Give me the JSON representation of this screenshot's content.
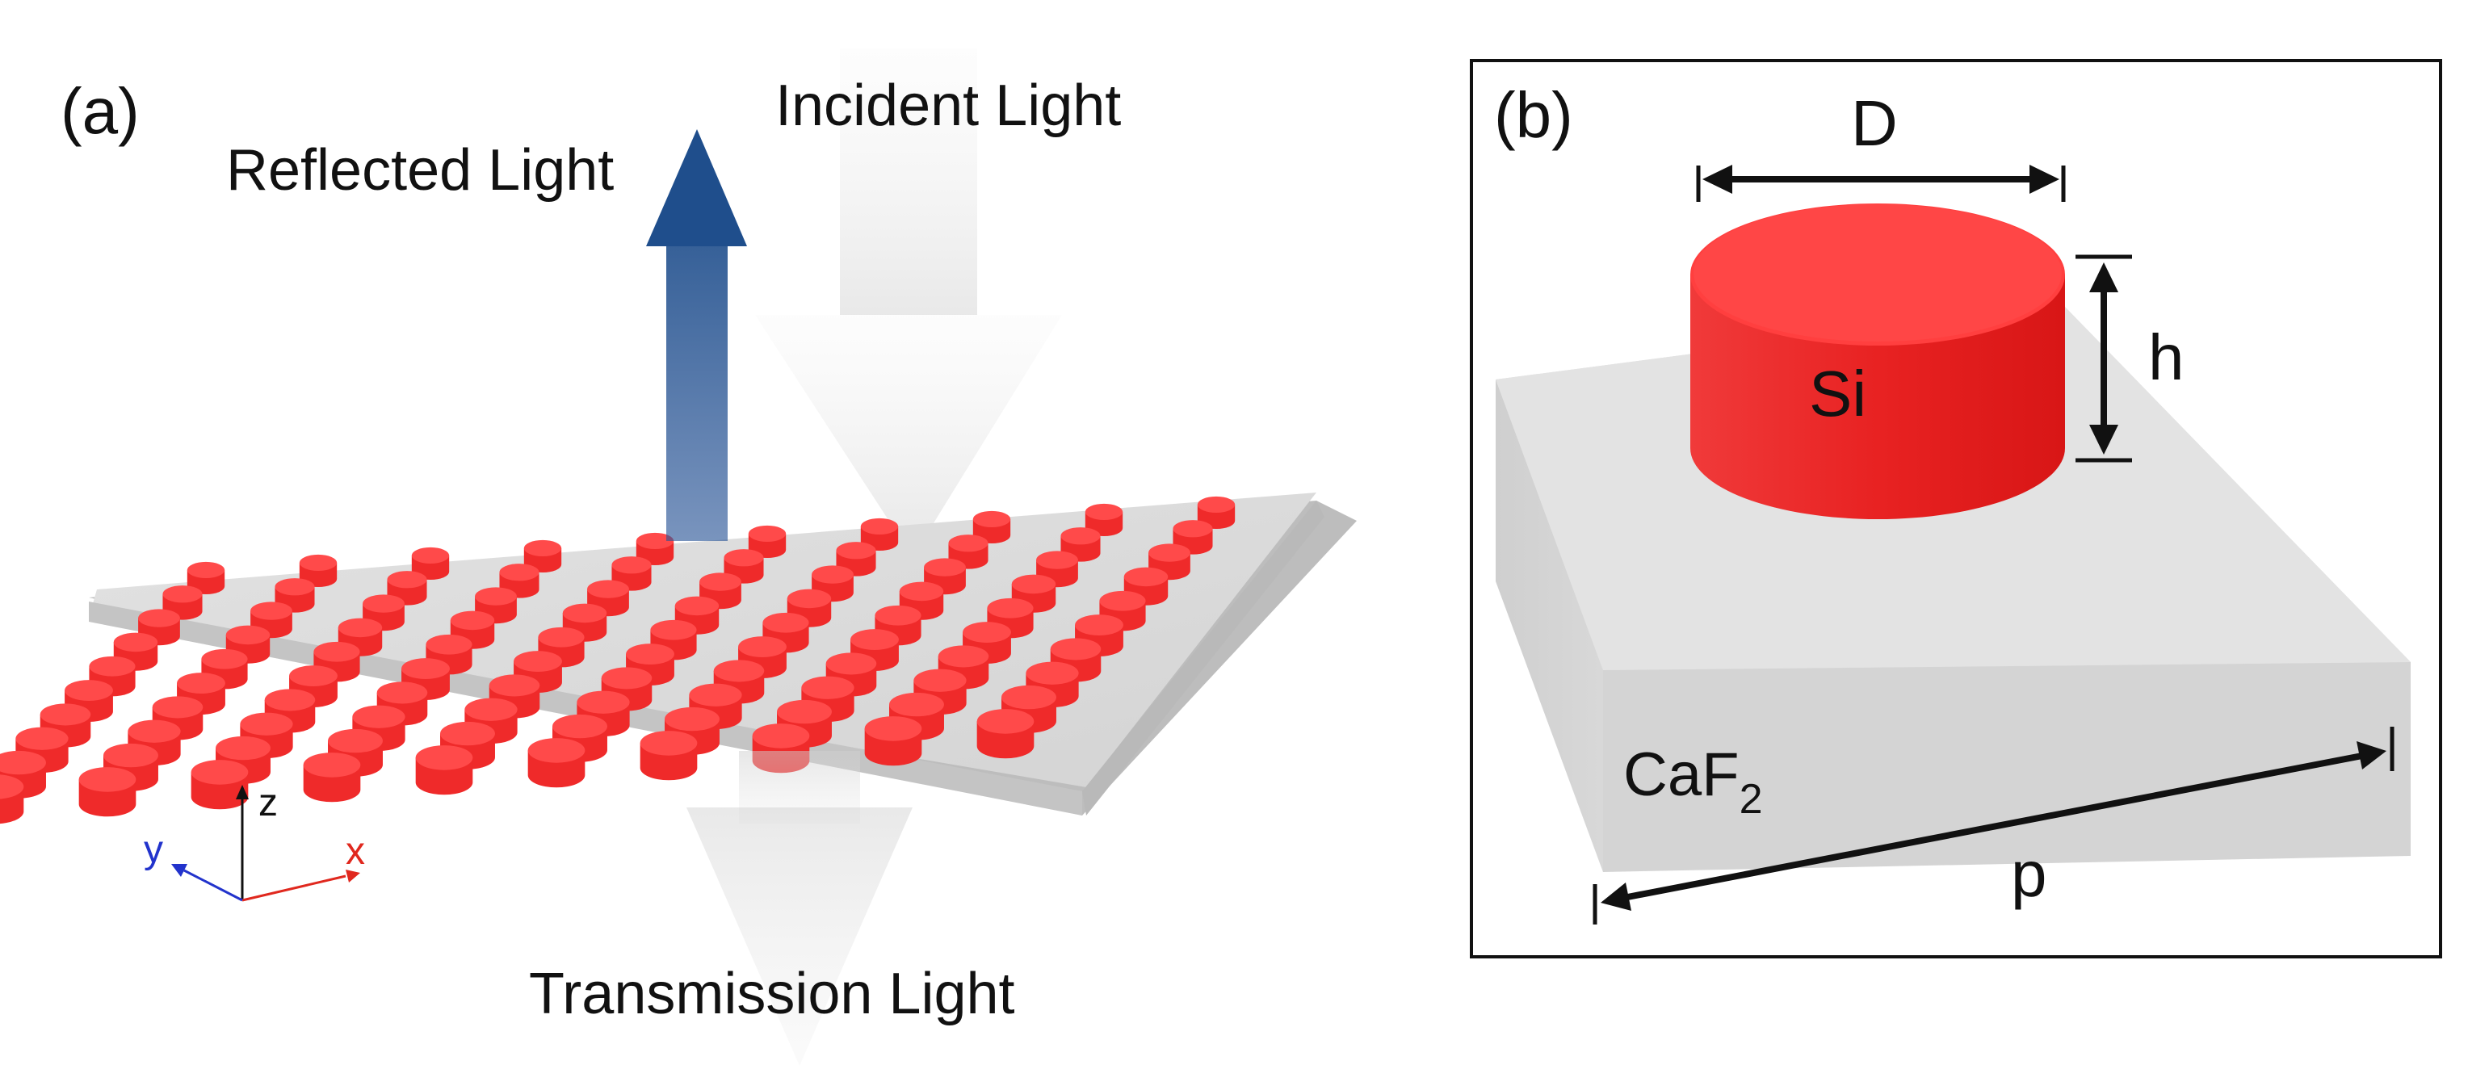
{
  "panel_a": {
    "label": "(a)",
    "incident": "Incident Light",
    "reflected": "Reflected Light",
    "transmission": "Transmission Light",
    "axes": {
      "z": "z",
      "y": "y",
      "x": "x"
    }
  },
  "panel_b": {
    "label": "(b)",
    "diameter": "D",
    "height": "h",
    "material_pillar": "Si",
    "substrate_base": "CaF",
    "substrate_sub": "2",
    "period": "p"
  },
  "colors": {
    "pillar": "#ef2a2a",
    "pillar_top": "#ff4a4a",
    "substrate": "#d8d8d8",
    "reflected_arrow": "#1f4e8c",
    "axis_x": "#e0281e",
    "axis_y": "#2233cc",
    "axis_z": "#111111"
  }
}
